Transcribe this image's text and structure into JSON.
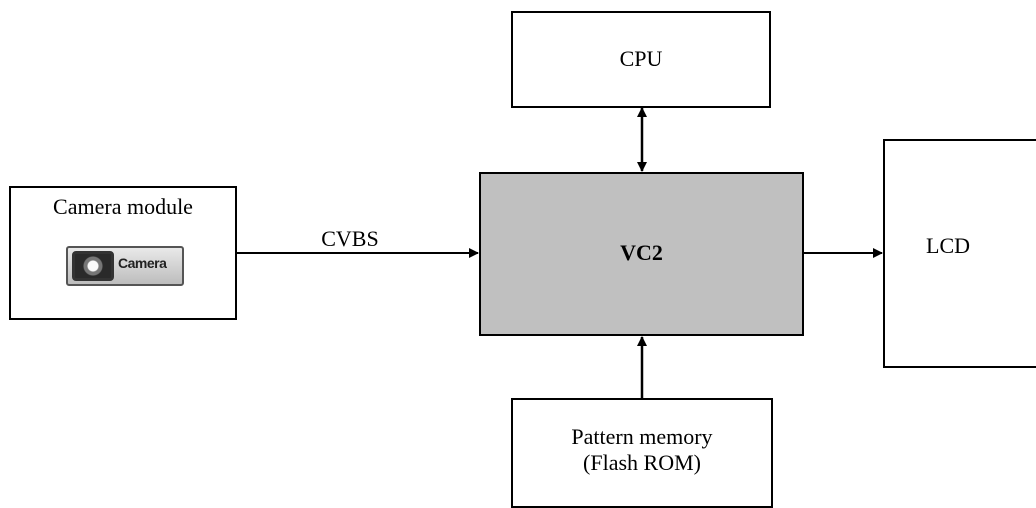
{
  "blocks": {
    "cpu": "CPU",
    "camera_module": "Camera module",
    "camera_icon_text": "Camera",
    "vc2": "VC2",
    "lcd": "LCD",
    "pattern_memory_line1": "Pattern memory",
    "pattern_memory_line2": "(Flash ROM)"
  },
  "signals": {
    "cvbs": "CVBS"
  },
  "icons": [
    "camera-icon"
  ]
}
